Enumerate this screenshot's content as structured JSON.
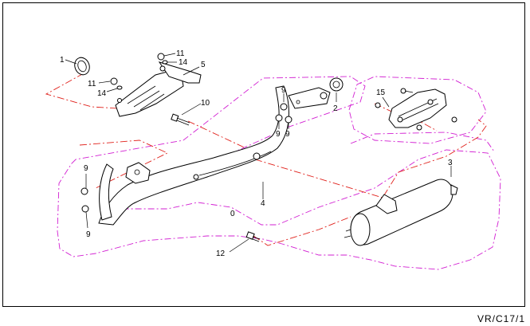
{
  "diagram": {
    "drawing_code": "VR/C17/1",
    "callouts": {
      "c1": "1",
      "c2": "2",
      "c3": "3",
      "c4": "4",
      "c5": "5",
      "c9a": "9",
      "c9b": "9",
      "c9c": "9",
      "c9d": "9",
      "c9e": "9",
      "c10": "10",
      "c11a": "11",
      "c11b": "11",
      "c12": "12",
      "c14a": "14",
      "c14b": "14",
      "c15": "15",
      "c0": "0"
    },
    "colors": {
      "assembly_outline": "#d21fd2",
      "connection_lines": "#e0201a",
      "parts": "#000000"
    }
  }
}
